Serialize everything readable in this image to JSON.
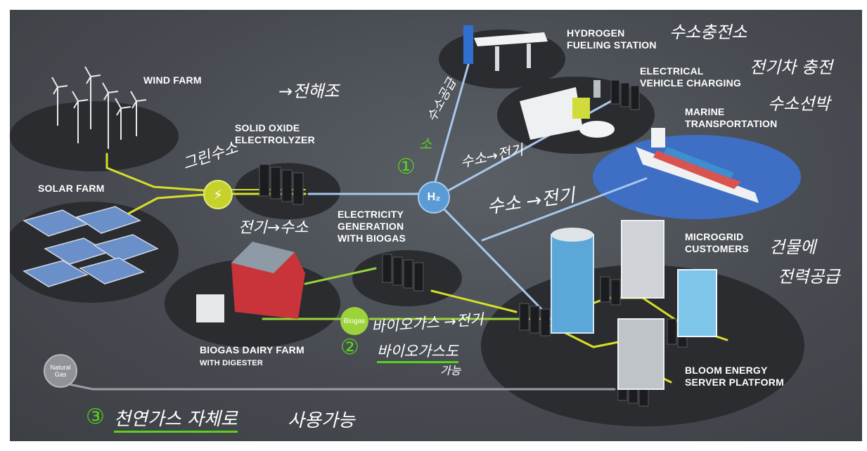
{
  "labels": {
    "wind_farm": "WIND FARM",
    "solar_farm": "SOLAR FARM",
    "solid_oxide_1": "SOLID OXIDE",
    "solid_oxide_2": "ELECTROLYZER",
    "hydrogen_1": "HYDROGEN",
    "hydrogen_2": "FUELING STATION",
    "ev_1": "ELECTRICAL",
    "ev_2": "VEHICLE CHARGING",
    "marine_1": "MARINE",
    "marine_2": "TRANSPORTATION",
    "elec_bio_1": "ELECTRICITY",
    "elec_bio_2": "GENERATION",
    "elec_bio_3": "WITH BIOGAS",
    "microgrid_1": "MICROGRID",
    "microgrid_2": "CUSTOMERS",
    "dairy_1": "BIOGAS DAIRY FARM",
    "dairy_2": "WITH DIGESTER",
    "bloom_1": "BLOOM ENERGY",
    "bloom_2": "SERVER PLATFORM"
  },
  "nodes": {
    "h2": "H₂",
    "h2_sub": "2",
    "biogas": "Biogas",
    "natural_gas_1": "Natural",
    "natural_gas_2": "Gas",
    "bolt": "⚡"
  },
  "handwriting": {
    "jeonhaejo": "→전해조",
    "green_h2": "그린수소",
    "hydrogen_fueling": "수소충전소",
    "ev_charge": "전기차 충전",
    "h2_ship": "수소선박",
    "h2_supply": "수소공급",
    "circle1": "①",
    "small_water": "소",
    "h2_to_elec_1": "수소→전기",
    "h2_to_elec_2": "수소 →전기",
    "elec_to_h2": "전기→수소",
    "building_power_1": "건물에",
    "building_power_2": "전력공급",
    "circle2": "②",
    "biogas_to_elec": "바이오가스 →전기",
    "biogas_also_1": "바이오가스도",
    "biogas_also_2": "가능",
    "circle3": "③",
    "natural_gas_use_1": "천연가스 자체로",
    "natural_gas_use_2": "사용가능"
  },
  "colors": {
    "scene_bg": "#474b51",
    "ellipse": "#2a2c30",
    "marine_ellipse": "#3e6fc4",
    "h2_node": "#5b9bd5",
    "h2_line": "#a8c8ec",
    "green_line": "#d7df27",
    "biogas_line": "#9cd33a",
    "gas_line": "#9a9da2",
    "marker_green": "#59d21c"
  }
}
